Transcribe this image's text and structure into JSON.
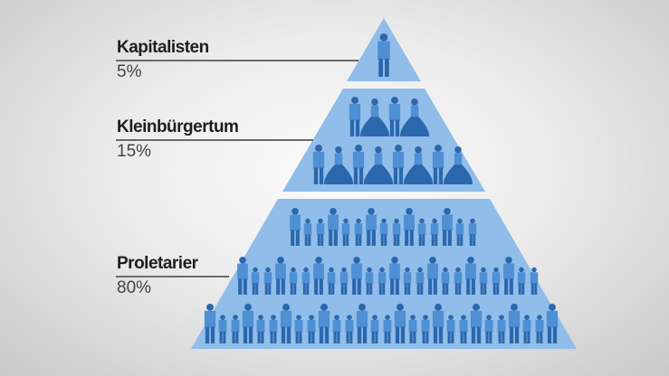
{
  "title": "Gesellschaftspyramide",
  "tiers": [
    {
      "name": "Kapitalisten",
      "percent": "5%",
      "share": 5
    },
    {
      "name": "Kleinbürgertum",
      "percent": "15%",
      "share": 15
    },
    {
      "name": "Proletarier",
      "percent": "80%",
      "share": 80
    }
  ],
  "colors": {
    "tier_fill": "#90bde9",
    "figure_dark": "#2c67ad",
    "figure_light": "#4f8fd3",
    "text": "#1e1e1e"
  }
}
